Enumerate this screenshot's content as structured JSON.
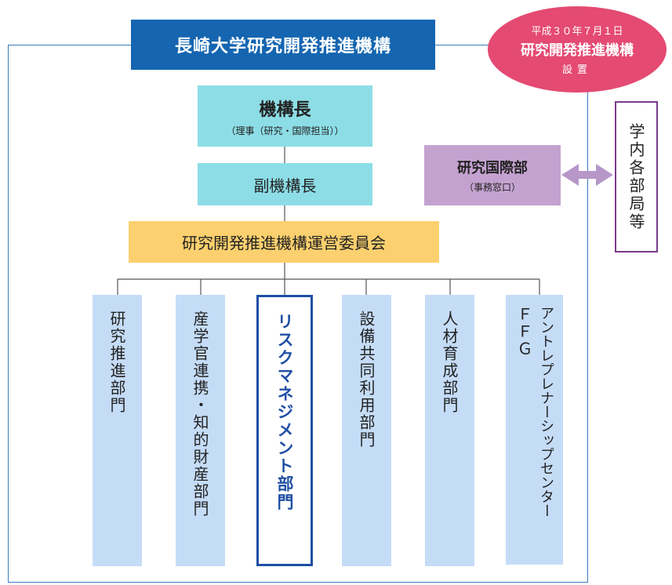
{
  "title": "長崎大学研究開発推進機構",
  "established": {
    "date": "平成３０年７月１日",
    "name": "研究開発推進機構",
    "suffix": "設置"
  },
  "head": {
    "title": "機構長",
    "subtitle": "（理事（研究・国際担当））"
  },
  "vice_head": "副機構長",
  "committee": "研究開発推進機構運営委員会",
  "international": {
    "title": "研究国際部",
    "subtitle": "（事務窓口）"
  },
  "campus_units": "学内各部局等",
  "departments": [
    {
      "label": "研究推進部門"
    },
    {
      "label": "産学官連携・知的財産部門"
    },
    {
      "label": "リスクマネジメント部門",
      "highlighted": true
    },
    {
      "label": "設備共同利用部門"
    },
    {
      "label": "人材育成部門"
    },
    {
      "label_line1": "ＦＦＧ",
      "label_line2": "アントレプレナーシップセンター"
    }
  ],
  "colors": {
    "title_bg": "#1565b0",
    "ellipse_bg": "#e44a72",
    "head_bg": "#8ddde6",
    "committee_bg": "#fcd06e",
    "international_bg": "#c4a2d0",
    "campus_border": "#7a3a8a",
    "department_bg": "#c5dcf7",
    "risk_border": "#1f4fa3",
    "frame": "#3a7cc0"
  }
}
